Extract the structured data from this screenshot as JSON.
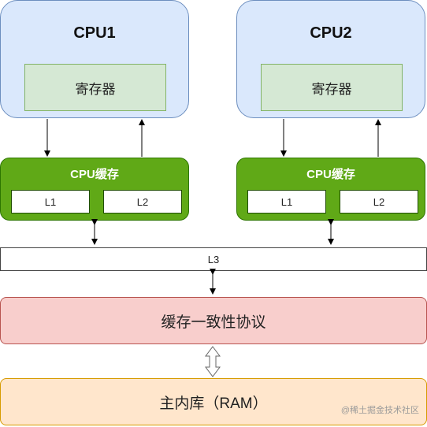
{
  "cpus": [
    {
      "title": "CPU1",
      "register": "寄存器",
      "cache_title": "CPU缓存",
      "l1": "L1",
      "l2": "L2"
    },
    {
      "title": "CPU2",
      "register": "寄存器",
      "cache_title": "CPU缓存",
      "l1": "L1",
      "l2": "L2"
    }
  ],
  "l3": "L3",
  "protocol": "缓存一致性协议",
  "ram": "主内库（RAM）",
  "watermark": "@稀土掘金技术社区",
  "colors": {
    "cpu_fill": "#dae8fc",
    "cpu_border": "#6c8ebf",
    "register_fill": "#d5e8d4",
    "register_border": "#82b366",
    "cache_fill": "#60a917",
    "cache_border": "#2d7600",
    "protocol_fill": "#f8cecc",
    "protocol_border": "#b85450",
    "ram_fill": "#ffe6cc",
    "ram_border": "#d79b00"
  }
}
